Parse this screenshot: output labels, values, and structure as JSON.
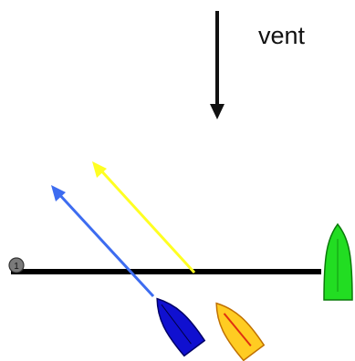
{
  "wind": {
    "label": "vent",
    "direction": "down",
    "arrow_color": "#111111"
  },
  "start_line": {
    "color": "#000000",
    "pin_buoy": {
      "icon": "buoy-icon",
      "fill": "#7a7a7a",
      "label": "1"
    },
    "committee_boat": {
      "icon": "boat-icon",
      "fill": "#22dd22",
      "stroke": "#0a7a0a"
    }
  },
  "boats": [
    {
      "name": "blue",
      "icon": "sailboat-icon",
      "fill": "#1010d0",
      "stroke": "#000066",
      "track_color": "#3d6cf0"
    },
    {
      "name": "yellow",
      "icon": "sailboat-icon",
      "fill": "#ffcc22",
      "stroke": "#c07000",
      "sail_color": "#e03010",
      "track_color": "#ffff22"
    }
  ]
}
